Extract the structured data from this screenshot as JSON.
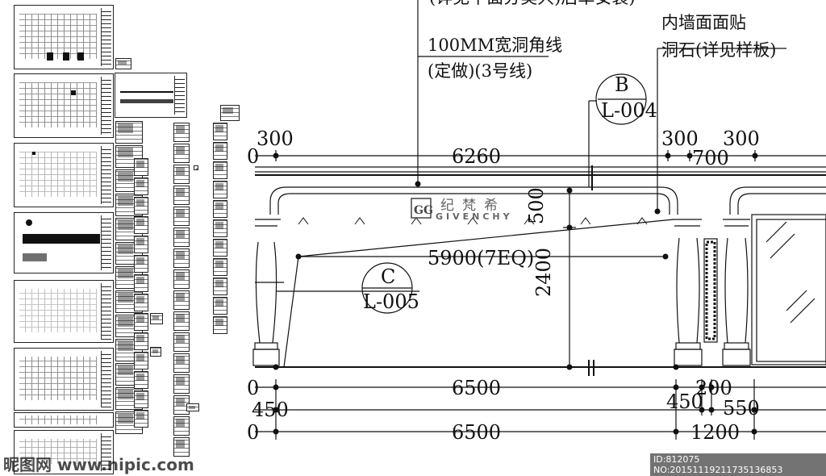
{
  "drawing": {
    "notes": {
      "top_cut": "(详见平面分类只)后单安装)",
      "line1": "100MM宽洞角线",
      "line2": "(定做)(3号线)",
      "right1": "内墙面面贴",
      "right2": "洞石(详见样板)"
    },
    "callouts": [
      {
        "letter": "B",
        "ref": "L-004"
      },
      {
        "letter": "C",
        "ref": "L-005"
      }
    ],
    "dims": {
      "d300a": "300",
      "d6260": "6260",
      "d300b": "300",
      "d700": "700",
      "d300c": "300",
      "d500": "500",
      "d5900": "5900(7EQ)",
      "d2400": "2400",
      "d6500a": "6500",
      "d200": "200",
      "d450a": "450",
      "d450b": "450",
      "d550": "550",
      "d6500b": "6500",
      "d1200": "1200",
      "left0a": "0",
      "left0b": "0",
      "left0c": "0"
    },
    "logo": {
      "mark": "GG",
      "cn": "纪梵希",
      "en": "GIVENCHY"
    }
  },
  "watermark": {
    "left": "昵图网 www.nipic.com",
    "right": "ID:812075 NO:20151119211735136853"
  }
}
